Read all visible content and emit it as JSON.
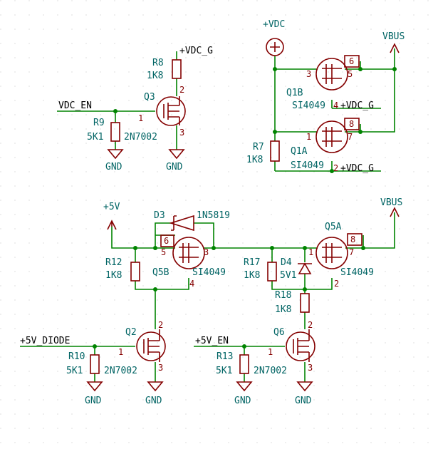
{
  "colors": {
    "wire": "#008400",
    "symbol": "#840000",
    "refdes": "#006464",
    "power": "#840000",
    "netlabel": "#000000",
    "grid": "#c8c8c8",
    "background": "#ffffff"
  },
  "nets": {
    "vdc_en": "VDC_EN",
    "vdc_g_r8": "+VDC_G",
    "vdc_g_q1b": "+VDC_G",
    "vdc_g_q1a": "+VDC_G",
    "v5_diode": "+5V_DIODE",
    "v5_en": "+5V_EN"
  },
  "power": {
    "vdc": "+VDC",
    "vbus_top": "VBUS",
    "vbus_bot": "VBUS",
    "v5": "+5V",
    "gnd_r9": "GND",
    "gnd_q3": "GND",
    "gnd_r10": "GND",
    "gnd_q2": "GND",
    "gnd_r13": "GND",
    "gnd_q6": "GND"
  },
  "components": {
    "R8": {
      "ref": "R8",
      "value": "1K8"
    },
    "R9": {
      "ref": "R9",
      "value": "5K1"
    },
    "Q3": {
      "ref": "Q3",
      "value": "2N7002"
    },
    "Q1B": {
      "ref": "Q1B",
      "value": "SI4049"
    },
    "Q1A": {
      "ref": "Q1A",
      "value": "SI4049"
    },
    "R7": {
      "ref": "R7",
      "value": "1K8"
    },
    "D3": {
      "ref": "D3",
      "value": "1N5819"
    },
    "Q5B": {
      "ref": "Q5B",
      "value": "SI4049"
    },
    "R12": {
      "ref": "R12",
      "value": "1K8"
    },
    "Q5A": {
      "ref": "Q5A",
      "value": "SI4049"
    },
    "R17": {
      "ref": "R17",
      "value": "1K8"
    },
    "D4": {
      "ref": "D4",
      "value": "5V1"
    },
    "R18": {
      "ref": "R18",
      "value": "1K8"
    },
    "Q2": {
      "ref": "Q2",
      "value": "2N7002"
    },
    "R10": {
      "ref": "R10",
      "value": "5K1"
    },
    "Q6": {
      "ref": "Q6",
      "value": "2N7002"
    },
    "R13": {
      "ref": "R13",
      "value": "5K1"
    }
  },
  "pins": {
    "q3_1": "1",
    "q3_2": "2",
    "q3_3": "3",
    "q1b_3": "3",
    "q1b_4": "4",
    "q1b_5": "5",
    "q1b_6": "6",
    "q1a_1": "1",
    "q1a_2": "2",
    "q1a_7": "7",
    "q1a_8": "8",
    "q5b_3": "3",
    "q5b_4": "4",
    "q5b_5": "5",
    "q5b_6": "6",
    "q5a_1": "1",
    "q5a_2": "2",
    "q5a_7": "7",
    "q5a_8": "8",
    "q2_1": "1",
    "q2_2": "2",
    "q2_3": "3",
    "q6_1": "1",
    "q6_2": "2",
    "q6_3": "3"
  }
}
